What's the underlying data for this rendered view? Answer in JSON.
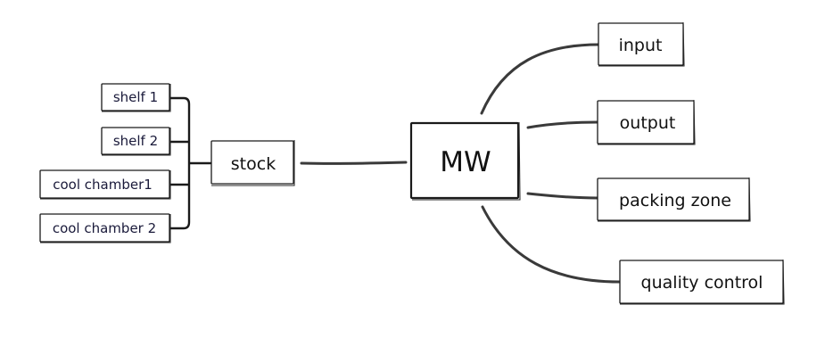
{
  "diagram": {
    "center": {
      "label": "MW"
    },
    "right_branches": [
      {
        "id": "input",
        "label": "input"
      },
      {
        "id": "output",
        "label": "output"
      },
      {
        "id": "packing-zone",
        "label": "packing zone"
      },
      {
        "id": "quality-control",
        "label": "quality control"
      }
    ],
    "left_branch": {
      "label": "stock",
      "children": [
        {
          "id": "shelf-1",
          "label": "shelf 1"
        },
        {
          "id": "shelf-2",
          "label": "shelf 2"
        },
        {
          "id": "cool-chamber-1",
          "label": "cool chamber1"
        },
        {
          "id": "cool-chamber-2",
          "label": "cool chamber 2"
        }
      ]
    }
  }
}
